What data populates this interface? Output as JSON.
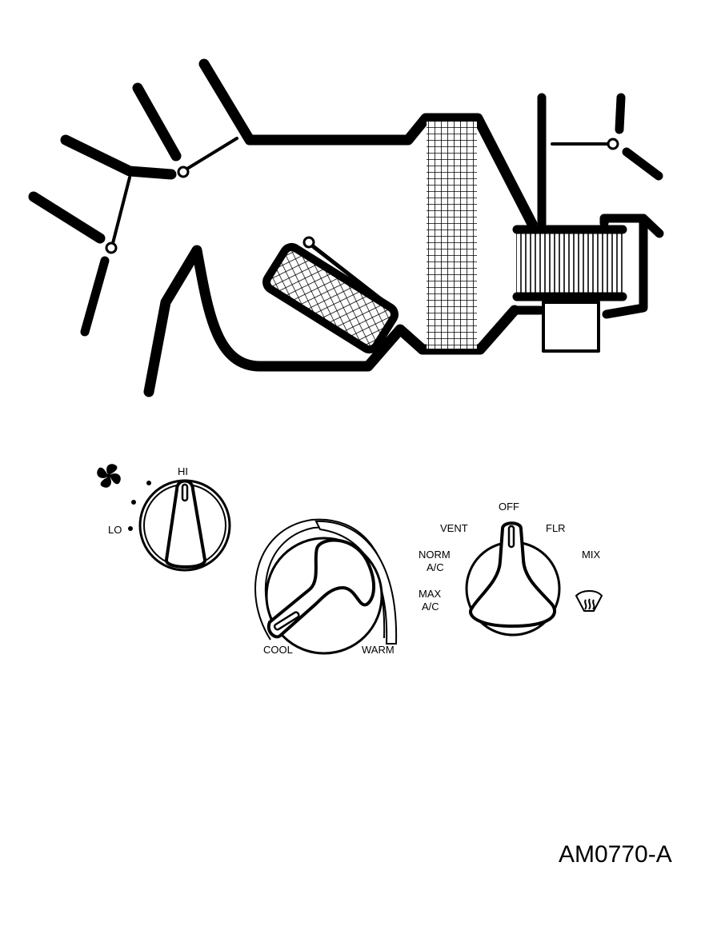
{
  "fan_control": {
    "fan_icon": "fan-icon",
    "hi_label": "HI",
    "lo_label": "LO"
  },
  "temp_control": {
    "cool_label": "COOL",
    "warm_label": "WARM"
  },
  "mode_control": {
    "off_label": "OFF",
    "vent_label": "VENT",
    "flr_label": "FLR",
    "norm_label_1": "NORM",
    "norm_label_2": "A/C",
    "mix_label": "MIX",
    "max_label_1": "MAX",
    "max_label_2": "A/C",
    "defrost_icon": "defrost-icon"
  },
  "figure_code": "AM0770-A"
}
